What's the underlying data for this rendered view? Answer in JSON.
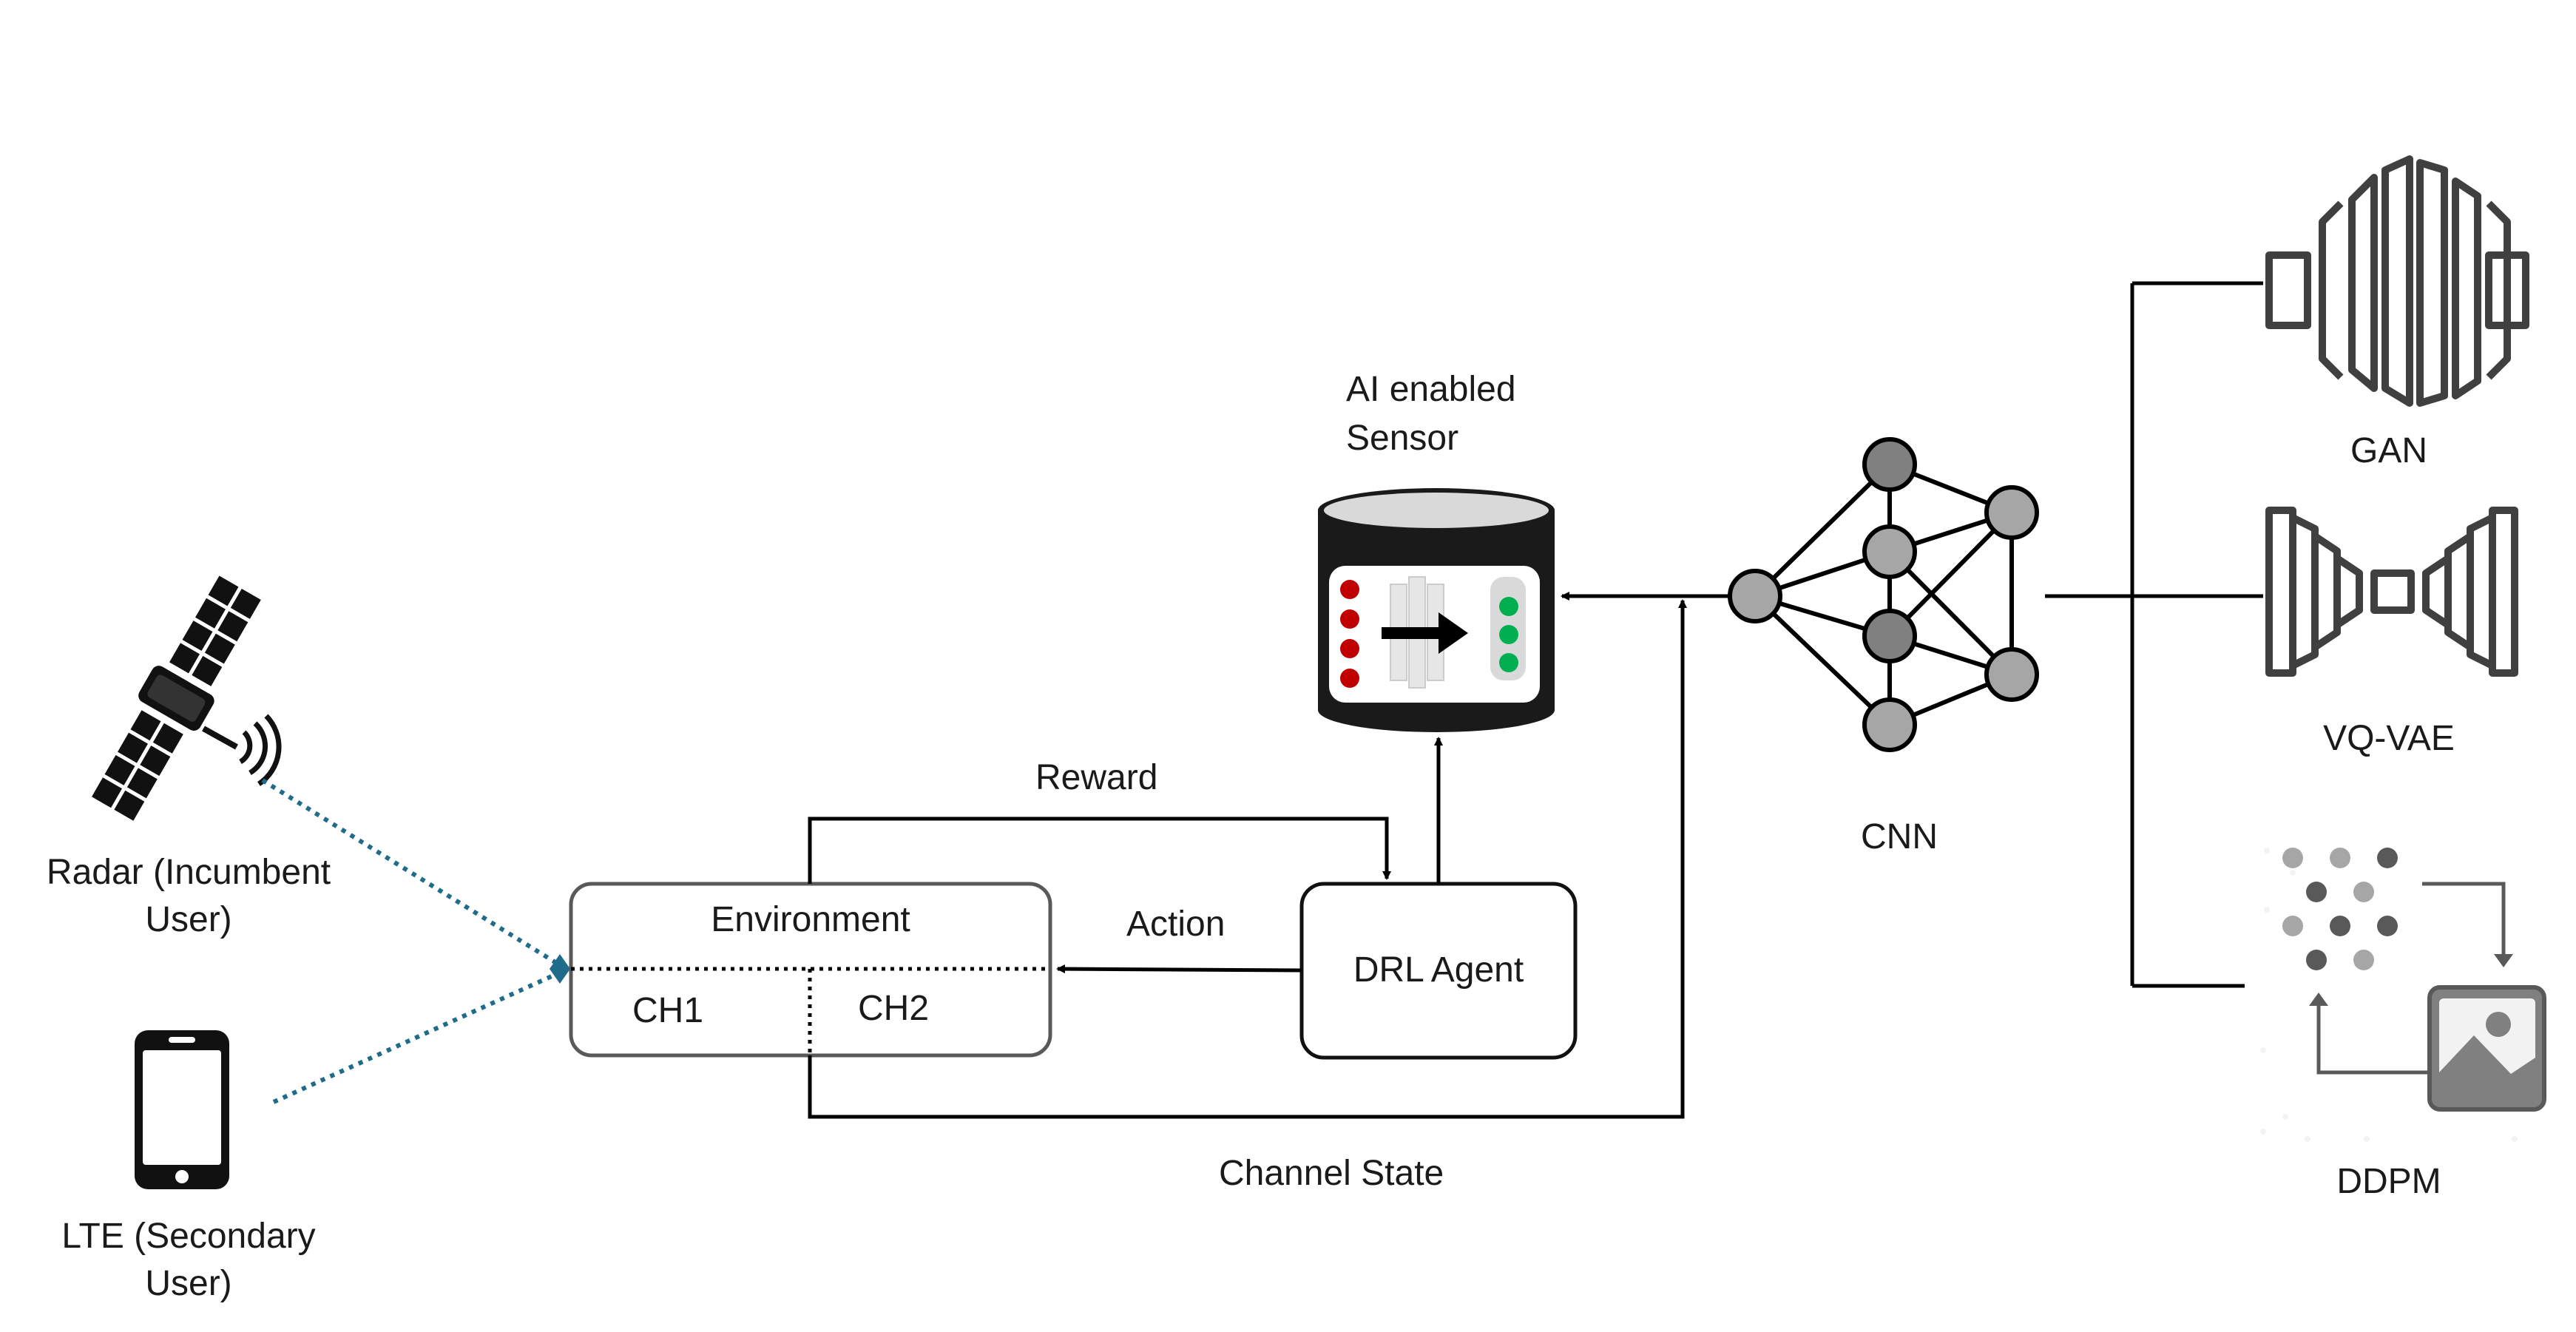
{
  "labels": {
    "radar": "Radar (Incumbent User)",
    "lte": "LTE (Secondary User)",
    "environment": "Environment",
    "ch1": "CH1",
    "ch2": "CH2",
    "reward": "Reward",
    "action": "Action",
    "drl_agent": "DRL Agent",
    "channel_state": "Channel State",
    "sensor": "AI enabled Sensor",
    "cnn": "CNN",
    "gan": "GAN",
    "vqvae": "VQ-VAE",
    "ddpm": "DDPM"
  },
  "icons": {
    "satellite": "satellite-icon",
    "phone": "smartphone-icon",
    "sensor": "database-cylinder-icon",
    "cnn": "neural-network-icon",
    "gan": "gan-architecture-icon",
    "vqvae": "autoencoder-icon",
    "ddpm": "diffusion-image-icon"
  },
  "colors": {
    "line": "#000000",
    "dotted_link": "#1f6b8a",
    "box_border": "#595959",
    "icon_gray": "#404040",
    "node_fill": "#a6a6a6",
    "red_dot": "#c00000",
    "green_dot": "#00b050"
  }
}
